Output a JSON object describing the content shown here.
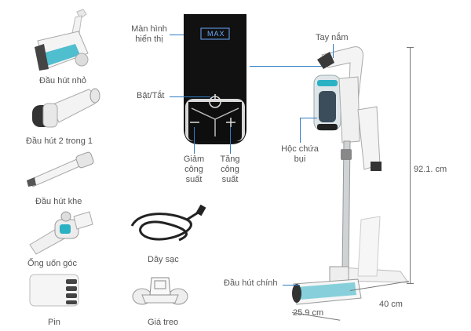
{
  "accessories": {
    "mini_brush": "Đầu hút nhỏ",
    "two_in_one": "Đầu hút 2 trong 1",
    "crevice": "Đầu hút khe",
    "angle_tube": "Ống uốn góc",
    "charger_cable": "Dây sạc",
    "battery": "Pin",
    "wall_mount": "Giá treo"
  },
  "panel": {
    "display_label_line1": "Màn hình",
    "display_label_line2": "hiển thị",
    "display_text": "MAX",
    "power_label": "Bật/Tắt",
    "decrease_line1": "Giảm",
    "decrease_line2": "công",
    "decrease_line3": "suất",
    "increase_line1": "Tăng",
    "increase_line2": "công",
    "increase_line3": "suất"
  },
  "vacuum": {
    "handle_label": "Tay nắm",
    "dust_bin_line1": "Hộc chứa",
    "dust_bin_line2": "bụi",
    "main_head_label": "Đầu hút chính",
    "height": "92.1. cm",
    "width": "25.9 cm",
    "depth": "40 cm"
  },
  "colors": {
    "accent": "#1aa6b7",
    "line": "#2e7dc5",
    "panel_bg": "#111111"
  }
}
